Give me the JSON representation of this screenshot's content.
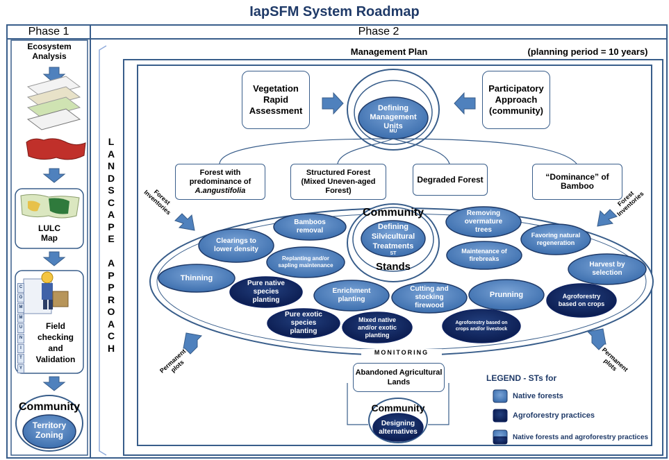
{
  "title": "IapSFM System Roadmap",
  "phase1": {
    "label": "Phase 1",
    "ecosystem_analysis": "Ecosystem Analysis",
    "lulc_map": "LULC Map",
    "field_checking": "Field checking and Validation",
    "community": "Community",
    "territory_zoning": "Territory Zoning",
    "check_letters": [
      "C",
      "O",
      "M",
      "M",
      "U",
      "N",
      "I",
      "T",
      "Y"
    ]
  },
  "phase2": {
    "label": "Phase 2",
    "management_plan": "Management Plan",
    "planning_period": "(planning period = 10 years)",
    "landscape_approach": [
      "L",
      "A",
      "N",
      "D",
      "S",
      "C",
      "A",
      "P",
      "E",
      "",
      "A",
      "P",
      "P",
      "R",
      "O",
      "A",
      "C",
      "H"
    ],
    "vegetation_rapid_assessment": "Vegetation Rapid Assessment",
    "participatory_approach": "Participatory Approach (community)",
    "defining_mu": "Defining Management Units",
    "mu_abbr": "MU",
    "forest_types": [
      {
        "line1": "Forest with",
        "line2": "predominance of",
        "line3": "A.angustifolia"
      },
      {
        "line1": "Structured Forest",
        "line2": "(Mixed Uneven-aged",
        "line3": "Forest)"
      },
      {
        "line1": "Degraded Forest",
        "line2": "",
        "line3": ""
      },
      {
        "line1": "“Dominance” of",
        "line2": "Bamboo",
        "line3": ""
      }
    ],
    "community": "Community",
    "defining_st": "Defining Silvicultural Treatments",
    "st_abbr": "ST",
    "stands": "Stands",
    "forest_inventories_left": "Forest Inventories",
    "forest_inventories_right": "Forest Inventories",
    "permanent_plots_left": "Permanent plots",
    "permanent_plots_right": "Permanent plots",
    "monitoring": "MONITORING",
    "treatments": [
      {
        "text": "Bamboos removal",
        "kind": "native"
      },
      {
        "text": "Clearings to lower density",
        "kind": "native"
      },
      {
        "text": "Replanting and/or sapling maintenance",
        "kind": "native"
      },
      {
        "text": "Thinning",
        "kind": "native"
      },
      {
        "text": "Pure native species planting",
        "kind": "agro"
      },
      {
        "text": "Enrichment planting",
        "kind": "native"
      },
      {
        "text": "Cutting and stocking firewood",
        "kind": "native"
      },
      {
        "text": "Pure exotic species planting",
        "kind": "agro"
      },
      {
        "text": "Mixed native and/or exotic planting",
        "kind": "agro"
      },
      {
        "text": "Removing overmature trees",
        "kind": "native"
      },
      {
        "text": "Favoring natural regeneration",
        "kind": "native"
      },
      {
        "text": "Maintenance of firebreaks",
        "kind": "native"
      },
      {
        "text": "Harvest by selection",
        "kind": "native"
      },
      {
        "text": "Prunning",
        "kind": "native"
      },
      {
        "text": "Agroforestry based on crops",
        "kind": "agro"
      },
      {
        "text": "Agroforestry based on crops and/or livestock",
        "kind": "agro"
      }
    ],
    "abandoned_lands": "Abandoned Agricultural Lands",
    "community_bottom": "Community",
    "designing_alternatives": "Designing alternatives",
    "legend": {
      "title": "LEGEND  -  STs for",
      "native": "Native forests",
      "agro": "Agroforestry  practices",
      "both": "Native forests and agroforestry practices"
    }
  },
  "colors": {
    "native": "#4f81bd",
    "agro": "#0f2361",
    "border": "#385d8a",
    "title": "#1f3a68"
  }
}
